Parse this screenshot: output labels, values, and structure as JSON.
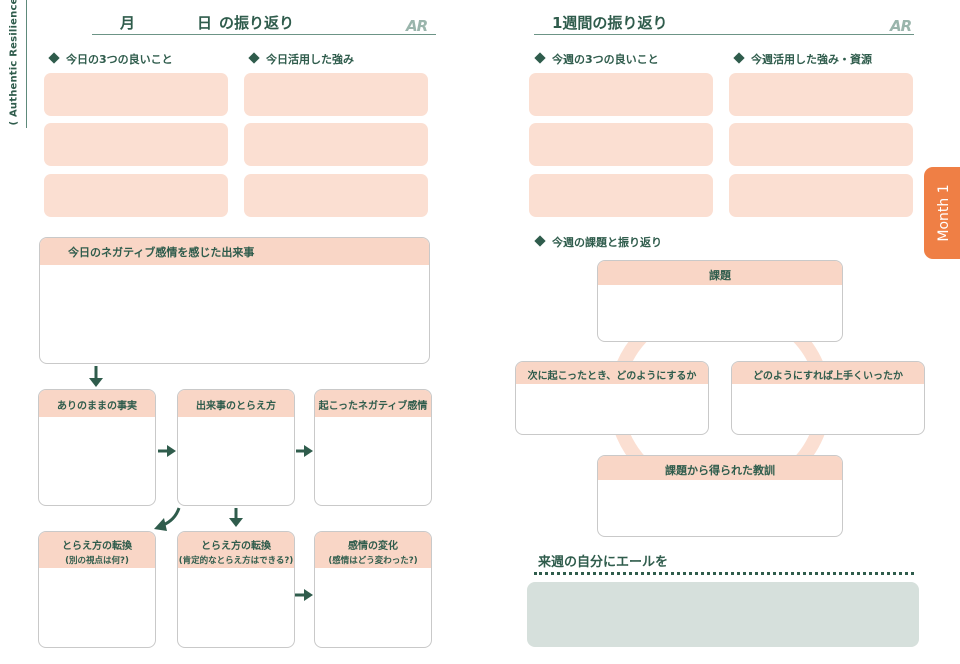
{
  "side_label": "( Authentic Resilience )",
  "left_page": {
    "header": {
      "month_label": "月",
      "day_label": "日",
      "title": "の振り返り",
      "logo": "AR"
    },
    "good_things_title": "今日の3つの良いこと",
    "strengths_title": "今日活用した強み",
    "negative_event_title": "今日のネガティブ感情を感じた出来事",
    "flow_row1": [
      "ありのままの事実",
      "出来事のとらえ方",
      "起こったネガティブ感情"
    ],
    "flow_row2": [
      {
        "title": "とらえ方の転換",
        "sub": "(別の視点は何?)"
      },
      {
        "title": "とらえ方の転換",
        "sub": "(肯定的なとらえ方はできる?)"
      },
      {
        "title": "感情の変化",
        "sub": "(感情はどう変わった?)"
      }
    ]
  },
  "right_page": {
    "header": {
      "title": "1週間の振り返り",
      "logo": "AR"
    },
    "good_things_title": "今週の3つの良いこと",
    "strengths_title": "今週活用した強み・資源",
    "review_title": "今週の課題と振り返り",
    "cycle": {
      "top": "課題",
      "left": "次に起こったとき、どのようにするか",
      "right": "どのようにすれば上手くいったか",
      "bottom": "課題から得られた教訓"
    },
    "cheer_title": "来週の自分にエールを",
    "month_tab": "Month 1"
  },
  "colors": {
    "dark_green": "#2f5c4c",
    "pink_fill": "#fbdfd2",
    "card_header": "#f9d6c6",
    "orange_tab": "#ef7f45",
    "cheer_fill": "#d6e0dc"
  }
}
